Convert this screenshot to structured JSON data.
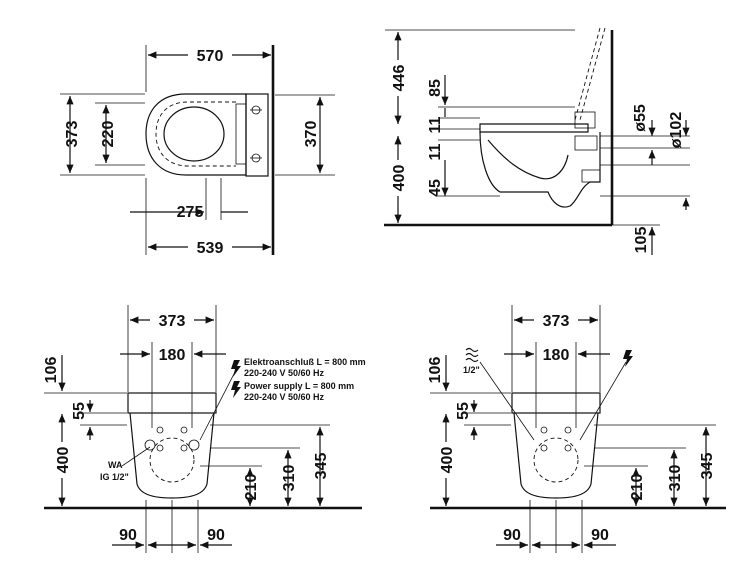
{
  "views": {
    "top_view": {
      "width_570": "570",
      "width_275": "275",
      "width_539": "539",
      "height_373": "373",
      "height_220": "220",
      "height_370": "370"
    },
    "side_view": {
      "h_446": "446",
      "h_85": "85",
      "h_11a": "11",
      "h_11b": "11",
      "h_400": "400",
      "h_45": "45",
      "d_55": "ø55",
      "d_102": "ø102",
      "h_105": "105"
    },
    "front_view_left": {
      "w_373": "373",
      "w_180": "180",
      "h_106": "106",
      "h_55": "55",
      "h_400": "400",
      "h_210": "210",
      "h_310": "310",
      "h_345": "345",
      "w_90a": "90",
      "w_90b": "90",
      "wa_label": "WA",
      "wa_size": "IG 1/2\"",
      "note_de_1": "Elektroanschluß L = 800 mm",
      "note_de_2": "220-240 V  50/60 Hz",
      "note_en_1": "Power supply L = 800 mm",
      "note_en_2": "220-240 V  50/60 Hz"
    },
    "front_view_right": {
      "w_373": "373",
      "w_180": "180",
      "h_106": "106",
      "water_size": "1/2\"",
      "h_55": "55",
      "h_400": "400",
      "h_210": "210",
      "h_310": "310",
      "h_345": "345",
      "w_90a": "90",
      "w_90b": "90"
    }
  },
  "icons": [
    "lightning-icon",
    "water-waves-icon"
  ]
}
